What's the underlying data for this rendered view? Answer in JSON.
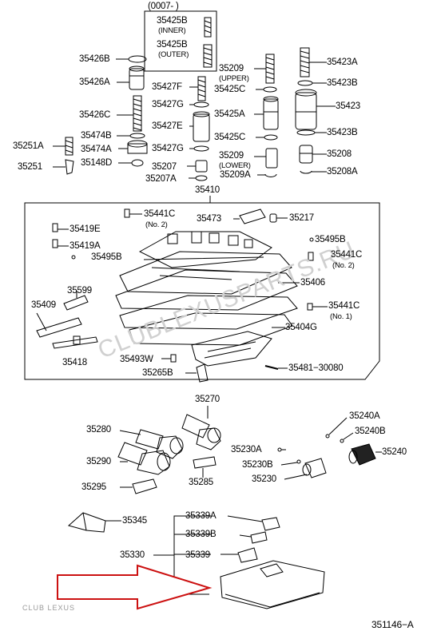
{
  "header": {
    "date_code": "(0007-        )"
  },
  "callouts": {
    "35425B_inner": "35425B",
    "inner_note": "(INNER)",
    "35425B_outer": "35425B",
    "outer_note": "(OUTER)",
    "35426B": "35426B",
    "35426A": "35426A",
    "35426C": "35426C",
    "35474B": "35474B",
    "35474A": "35474A",
    "35148D": "35148D",
    "35251A": "35251A",
    "35251": "35251",
    "35427F": "35427F",
    "35427G_1": "35427G",
    "35427E": "35427E",
    "35427G_2": "35427G",
    "35207": "35207",
    "35207A": "35207A",
    "35209_upper": "35209",
    "upper_note": "(UPPER)",
    "35425C_1": "35425C",
    "35425A": "35425A",
    "35425C_2": "35425C",
    "35209_lower": "35209",
    "lower_note": "(LOWER)",
    "35209A": "35209A",
    "35423A": "35423A",
    "35423B_1": "35423B",
    "35423": "35423",
    "35423B_2": "35423B",
    "35208": "35208",
    "35208A": "35208A",
    "35410": "35410",
    "35441C_1": "35441C",
    "note_no2_1": "(No. 2)",
    "35473": "35473",
    "35217": "35217",
    "35419E": "35419E",
    "35419A": "35419A",
    "35495B_1": "35495B",
    "35495B_2": "35495B",
    "35441C_2": "35441C",
    "note_no2_2": "(No. 2)",
    "35599": "35599",
    "35406": "35406",
    "35409": "35409",
    "35441C_3": "35441C",
    "note_no1": "(No. 1)",
    "35404G": "35404G",
    "35418": "35418",
    "35493W": "35493W",
    "35481_30080": "35481−30080",
    "35265B": "35265B",
    "35270": "35270",
    "35280": "35280",
    "35290": "35290",
    "35295": "35295",
    "35285": "35285",
    "35230A": "35230A",
    "35230B": "35230B",
    "35230": "35230",
    "35240A": "35240A",
    "35240B": "35240B",
    "35240": "35240",
    "35345": "35345",
    "35339A": "35339A",
    "35339B": "35339B",
    "35330": "35330",
    "35339": "35339"
  },
  "footer": {
    "figure_id": "351146−A"
  },
  "watermark": {
    "text": "CLUBLEXUSPARTS.RU",
    "logo": "CLUB LEXUS"
  }
}
